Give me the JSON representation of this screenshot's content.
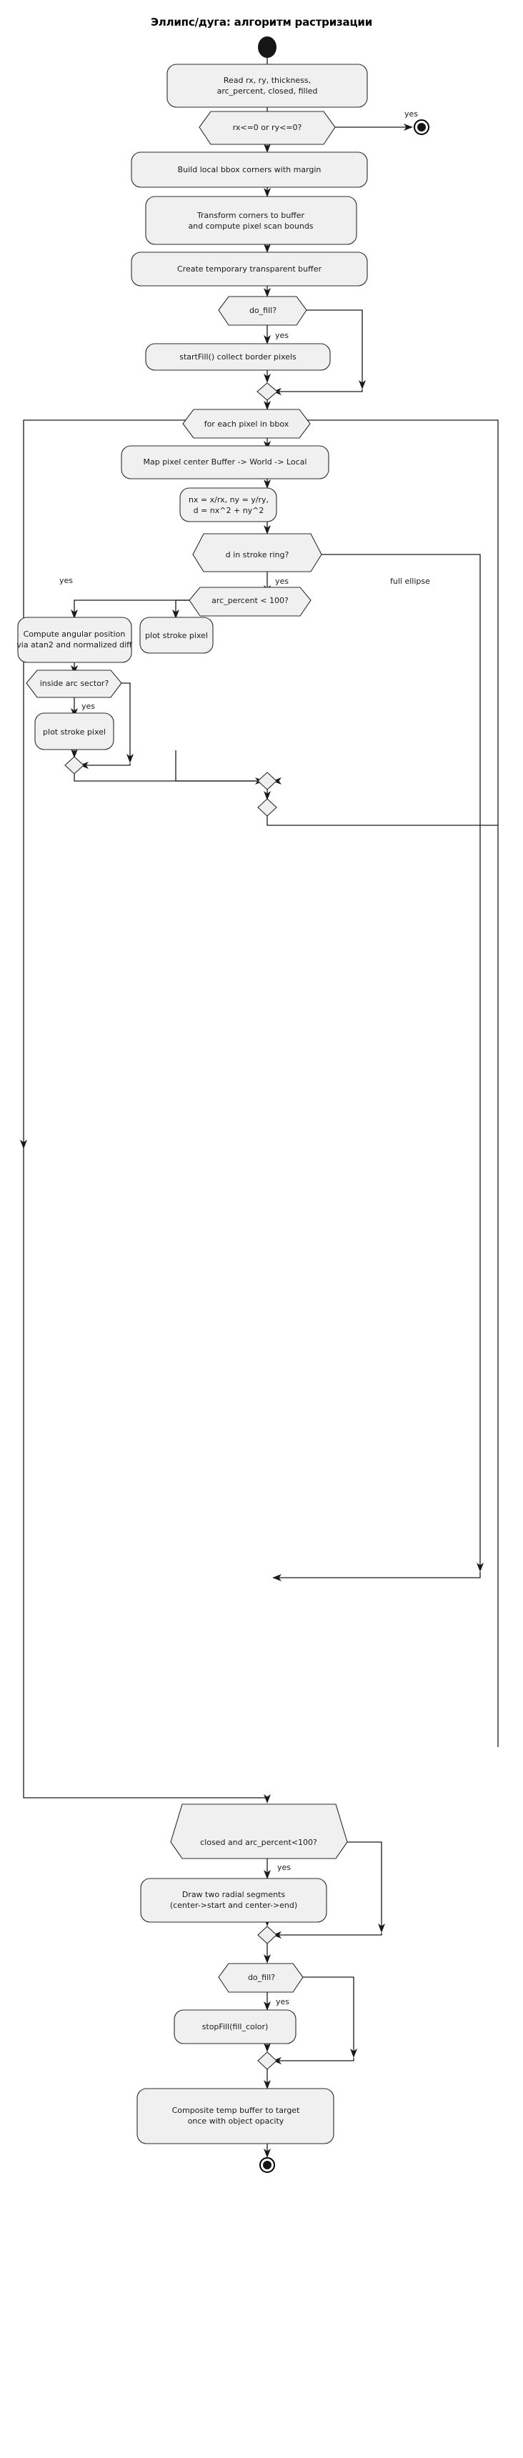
{
  "title": "Эллипс/дуга: алгоритм растризации",
  "colors": {
    "node_fill": "#f0f0f0",
    "node_stroke": "#2b2b2b",
    "edge": "#1a1a1a",
    "background": "#ffffff",
    "terminal": "#151515"
  },
  "nodes": {
    "start": {
      "kind": "initial-node",
      "label": ""
    },
    "read_params": {
      "kind": "action",
      "label_line1": "Read rx, ry, thickness,",
      "label_line2": "arc_percent, closed, filled"
    },
    "check_radii": {
      "kind": "decision",
      "label": "rx<=0 or ry<=0?"
    },
    "end_early": {
      "kind": "final-node",
      "label": ""
    },
    "build_bbox": {
      "kind": "action",
      "label": "Build local bbox corners with margin"
    },
    "transform_corners": {
      "kind": "action",
      "label_line1": "Transform corners to buffer",
      "label_line2": "and compute pixel scan bounds"
    },
    "create_buffer": {
      "kind": "action",
      "label": "Create temporary transparent buffer"
    },
    "do_fill_1": {
      "kind": "decision",
      "label": "do_fill?"
    },
    "start_fill": {
      "kind": "action",
      "label": "startFill() collect border pixels"
    },
    "merge_fill_1": {
      "kind": "merge",
      "label": ""
    },
    "loop_pixels": {
      "kind": "loop",
      "label": "for each pixel in bbox"
    },
    "map_pixel": {
      "kind": "action",
      "label": "Map pixel center Buffer -> World -> Local"
    },
    "normalize": {
      "kind": "action",
      "label_line1": "nx = x/rx, ny = y/ry,",
      "label_line2": "d = nx^2 + ny^2"
    },
    "in_ring": {
      "kind": "decision",
      "label": "d in stroke ring?"
    },
    "arc_lt_100": {
      "kind": "decision",
      "label": "arc_percent < 100?"
    },
    "compute_angle": {
      "kind": "action",
      "label_line1": "Compute angular position",
      "label_line2": "via atan2 and normalized diff"
    },
    "plot_stroke_full": {
      "kind": "action",
      "label": "plot stroke pixel"
    },
    "inside_sector": {
      "kind": "decision",
      "label": "inside arc sector?"
    },
    "plot_stroke_arc": {
      "kind": "action",
      "label": "plot stroke pixel"
    },
    "merge_sector": {
      "kind": "merge",
      "label": ""
    },
    "merge_arc": {
      "kind": "merge",
      "label": ""
    },
    "merge_ring": {
      "kind": "merge",
      "label": ""
    },
    "closed_arc": {
      "kind": "decision",
      "label": "closed and arc_percent<100?"
    },
    "radial_segments": {
      "kind": "action",
      "label_line1": "Draw two radial segments",
      "label_line2": "(center->start and center->end)"
    },
    "merge_radial": {
      "kind": "merge",
      "label": ""
    },
    "do_fill_2": {
      "kind": "decision",
      "label": "do_fill?"
    },
    "stop_fill": {
      "kind": "action",
      "label": "stopFill(fill_color)"
    },
    "merge_fill_2": {
      "kind": "merge",
      "label": ""
    },
    "composite": {
      "kind": "action",
      "label_line1": "Composite temp buffer to target",
      "label_line2": "once with object opacity"
    },
    "end_final": {
      "kind": "final-node",
      "label": ""
    }
  },
  "edge_labels": {
    "check_radii_yes": "yes",
    "do_fill_1_yes": "yes",
    "in_ring_yes": "yes",
    "in_ring_full_ellipse": "full ellipse",
    "arc_lt_100_yes": "yes",
    "inside_sector_yes": "yes",
    "closed_arc_yes": "yes",
    "do_fill_2_yes": "yes"
  }
}
